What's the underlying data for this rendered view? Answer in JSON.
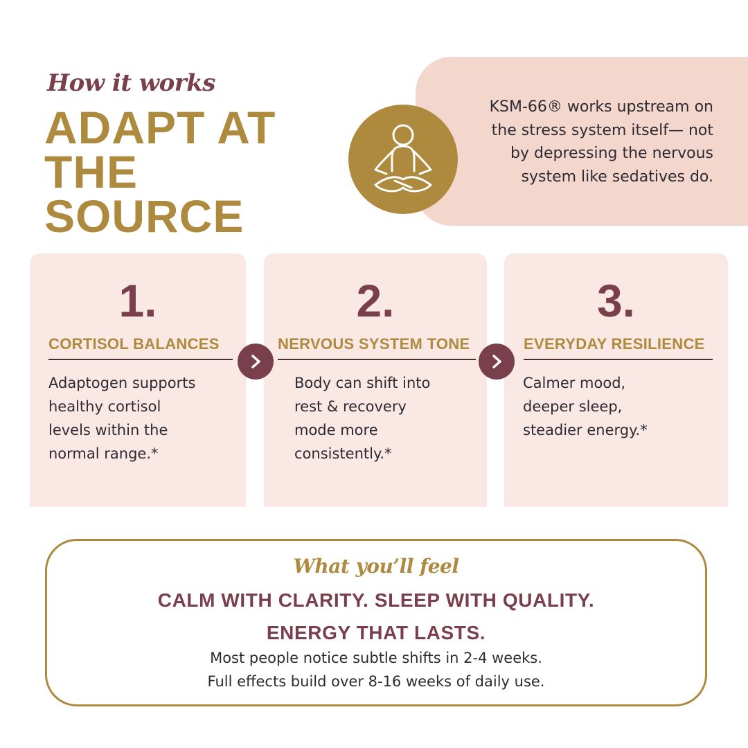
{
  "header": {
    "eyebrow": "How it works",
    "headline_lines": [
      "ADAPT AT",
      "THE SOURCE"
    ]
  },
  "intro": {
    "lines": [
      "KSM-66® works upstream on",
      "the stress system itself— not",
      "by depressing the nervous",
      "system like sedatives do."
    ],
    "icon": "meditation-person-icon"
  },
  "steps": [
    {
      "number": "1.",
      "title": "CORTISOL BALANCES",
      "description_lines": [
        "Adaptogen supports",
        "healthy cortisol",
        "levels within the",
        "normal range.*"
      ]
    },
    {
      "number": "2.",
      "title": "NERVOUS SYSTEM TONE",
      "description_lines": [
        "Body can shift into",
        "rest & recovery",
        "mode more",
        "consistently.*"
      ]
    },
    {
      "number": "3.",
      "title": "EVERYDAY RESILIENCE",
      "description_lines": [
        "Calmer mood,",
        "deeper sleep,",
        "steadier energy.*"
      ]
    }
  ],
  "arrow_icon": "chevron-right-icon",
  "feel": {
    "eyebrow": "What you’ll feel",
    "headline_lines": [
      "CALM WITH CLARITY. SLEEP WITH QUALITY.",
      "ENERGY THAT LASTS."
    ],
    "note_lines": [
      "Most people notice subtle shifts in 2-4 weeks.",
      "Full effects build over 8-16 weeks of daily use."
    ]
  },
  "colors": {
    "gold": "#ad8a3e",
    "plum": "#7a3f4d",
    "blush": "#f3d7cd",
    "card": "#f9e8e4",
    "text": "#2e2a33"
  }
}
